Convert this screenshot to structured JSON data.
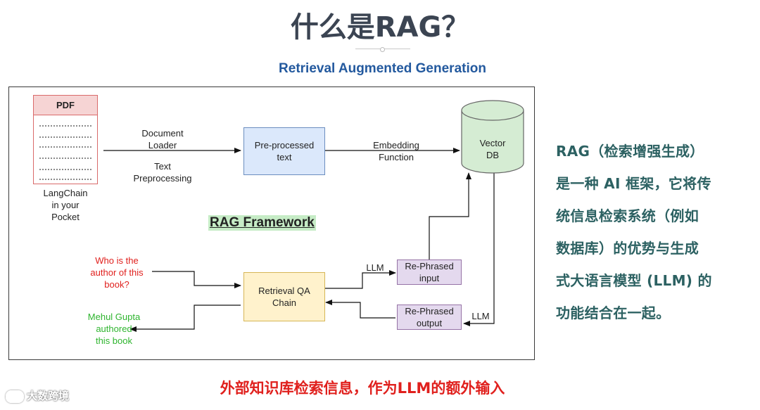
{
  "page": {
    "title": "什么是RAG？",
    "subtitle": "Retrieval Augmented Generation"
  },
  "diagram": {
    "pdf": {
      "header": "PDF",
      "caption": "LangChain\nin your\nPocket"
    },
    "edge_loader": "Document\nLoader",
    "edge_preprocessing": "Text\nPreprocessing",
    "preprocessed_box": "Pre-processed\ntext",
    "edge_embedding": "Embedding\nFunction",
    "vector_db": "Vector\nDB",
    "framework_label": "RAG Framework",
    "question": "Who is the\nauthor of this\nbook?",
    "answer": "Mehul Gupta\nauthored\nthis book",
    "qa_chain": "Retrieval QA\nChain",
    "rephrased_input": "Re-Phrased\ninput",
    "rephrased_output": "Re-Phrased\noutput",
    "llm_top": "LLM",
    "llm_bottom": "LLM"
  },
  "side_text": {
    "lines": [
      "RAG（检索增强生成）",
      "是一种 AI 框架，它将传",
      "统信息检索系统（例如",
      "数据库）的优势与生成",
      "式大语言模型 (LLM) 的",
      "功能结合在一起。"
    ]
  },
  "caption": "外部知识库检索信息，作为LLM的额外输入",
  "watermark": "大数跨境",
  "colors": {
    "title": "#3b4452",
    "subtitle": "#23599e",
    "side_text": "#2c6162",
    "caption": "#e0201d",
    "question": "#e0201d",
    "answer": "#2fb52f",
    "pdf_border": "#d96a6a",
    "preprocessed_fill": "#dbe8fb",
    "vector_db_fill": "#d5ecd3",
    "qa_chain_fill": "#fff2cc",
    "rephrased_fill": "#e4d9ee"
  }
}
